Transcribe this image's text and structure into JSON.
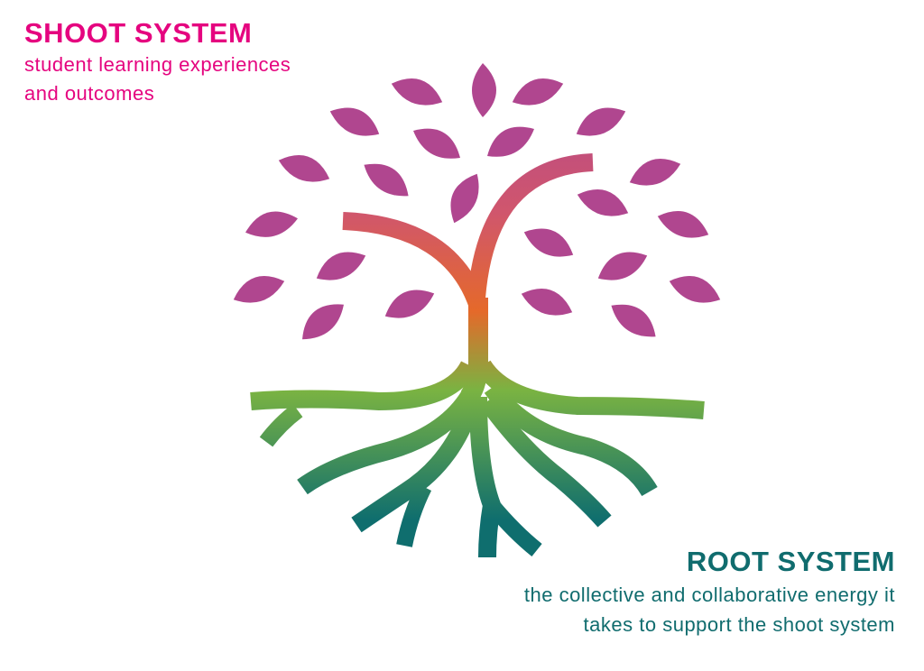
{
  "shoot": {
    "title": "SHOOT SYSTEM",
    "line1": "student learning experiences",
    "line2": "and outcomes",
    "color": "#e5047f"
  },
  "root": {
    "title": "ROOT SYSTEM",
    "line1": "the collective and collaborative energy it",
    "line2": "takes to support the shoot system",
    "color": "#106c6e"
  },
  "tree_gradient": [
    "#b0468f",
    "#d0566d",
    "#e5692a",
    "#7ab342",
    "#0f6e6e"
  ]
}
